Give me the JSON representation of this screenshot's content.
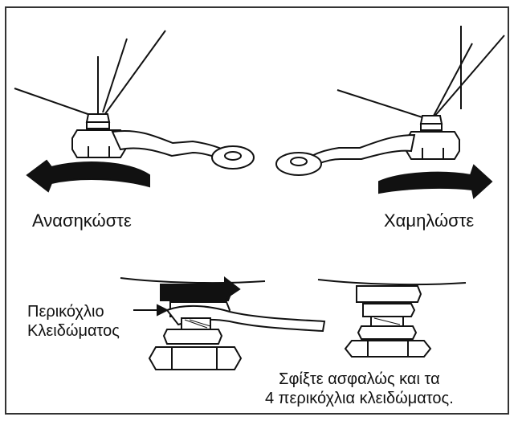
{
  "labels": {
    "raise": "Ανασηκώστε",
    "lower": "Χαμηλώστε",
    "lock_nut_line1": "Περικόχλιο",
    "lock_nut_line2": "Κλειδώματος",
    "note_line1": "Σφίξτε ασφαλώς και τα",
    "note_line2": "4 περικόχλια κλειδώματος."
  },
  "colors": {
    "ink": "#111111",
    "fill": "#ffffff",
    "shade": "#555555"
  }
}
